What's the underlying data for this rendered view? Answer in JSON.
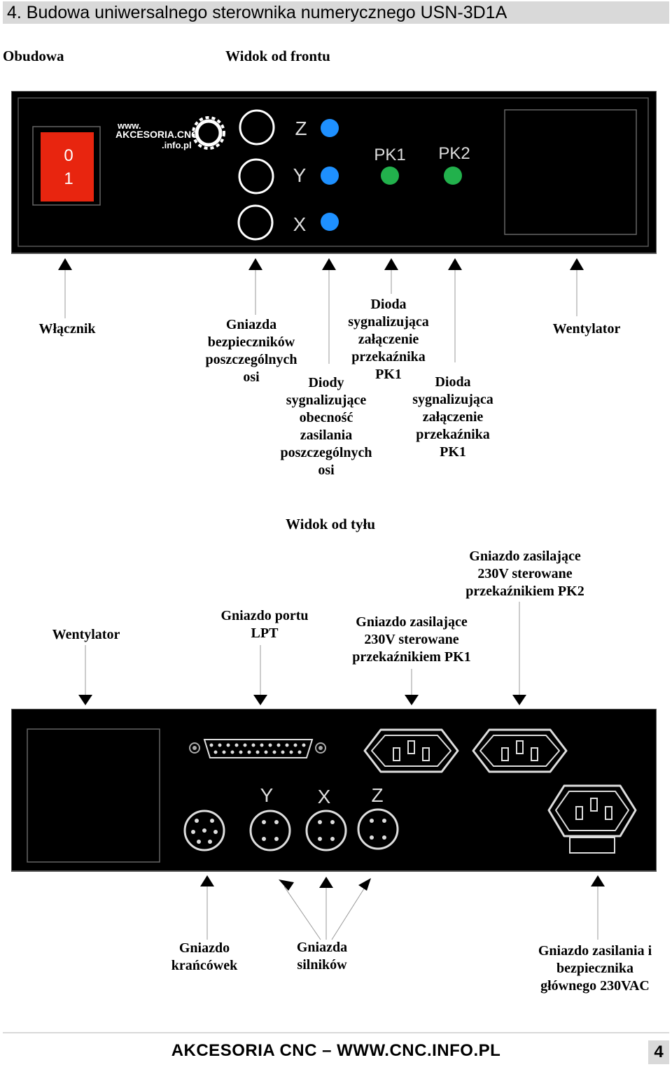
{
  "header": {
    "title": "4. Budowa uniwersalnego sterownika numerycznego USN-3D1A"
  },
  "section": {
    "label": "Obudowa"
  },
  "front": {
    "title": "Widok od frontu",
    "switch_top": "0",
    "switch_bottom": "1",
    "logo_line1": "www.",
    "logo_line2": "AKCESORIA.CNC",
    "logo_line3": ".info.pl",
    "axis_z": "Z",
    "axis_y": "Y",
    "axis_x": "X",
    "pk1": "PK1",
    "pk2": "PK2",
    "labels": {
      "switch": "Włącznik",
      "fuses": "Gniazda\nbezpieczników\nposzczególnych\nosi",
      "axis_leds": "Diody\nsygnalizujące\nobecność\nzasilania\nposzczególnych\nosi",
      "pk1_led": "Dioda\nsygnalizująca\nzałączenie\nprzekaźnika\nPK1",
      "pk2_led": "Dioda\nsygnalizująca\nzałączenie\nprzekaźnika\nPK1",
      "fan": "Wentylator"
    }
  },
  "rear": {
    "title": "Widok od tyłu",
    "axis_y": "Y",
    "axis_x": "X",
    "axis_z": "Z",
    "labels": {
      "fan": "Wentylator",
      "lpt": "Gniazdo portu\nLPT",
      "socket_pk1": "Gniazdo zasilające\n230V sterowane\nprzekaźnikiem PK1",
      "socket_pk2": "Gniazdo zasilające\n230V sterowane\nprzekaźnikiem PK2",
      "limits": "Gniazdo\nkrańcówek",
      "motors": "Gniazda\nsilników",
      "mains": "Gniazdo zasilania i\nbezpiecznika\ngłównego 230VAC"
    }
  },
  "footer": {
    "text": "AKCESORIA CNC – WWW.CNC.INFO.PL",
    "page": "4"
  },
  "colors": {
    "led_blue": "#1e90ff",
    "led_green": "#22b14c",
    "switch_red": "#e8250f",
    "panel": "#000000",
    "header_bg": "#d9d9d9"
  }
}
